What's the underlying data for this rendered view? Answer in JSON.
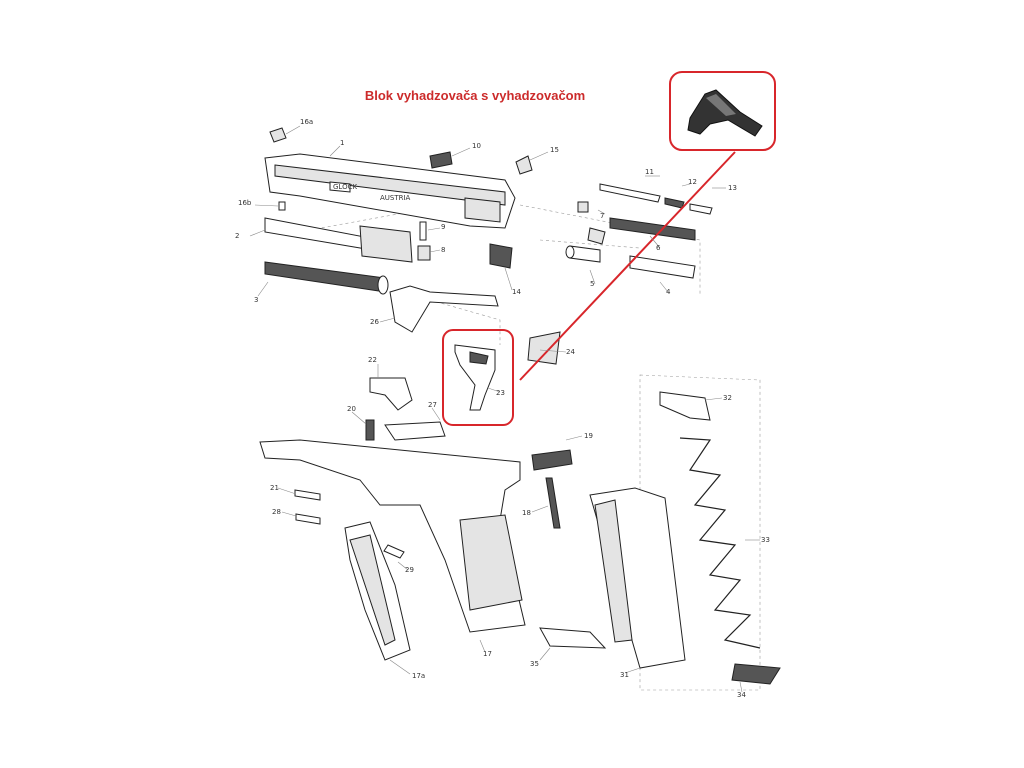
{
  "title": "Blok vyhadzovača s vyhadzovačom",
  "slide_markings": {
    "brand": "GLOCK",
    "country": "AUSTRIA"
  },
  "callout_colors": {
    "highlight": "#d8262b",
    "title": "#cc2b2b"
  },
  "parts": [
    {
      "id": "p16a",
      "label": "16a"
    },
    {
      "id": "p1",
      "label": "1"
    },
    {
      "id": "p10",
      "label": "10"
    },
    {
      "id": "p15",
      "label": "15"
    },
    {
      "id": "p16b",
      "label": "16b"
    },
    {
      "id": "p9",
      "label": "9"
    },
    {
      "id": "p2",
      "label": "2"
    },
    {
      "id": "p8",
      "label": "8"
    },
    {
      "id": "p11",
      "label": "11"
    },
    {
      "id": "p12",
      "label": "12"
    },
    {
      "id": "p13",
      "label": "13"
    },
    {
      "id": "p7",
      "label": "7"
    },
    {
      "id": "p6",
      "label": "6"
    },
    {
      "id": "p5",
      "label": "5"
    },
    {
      "id": "p4",
      "label": "4"
    },
    {
      "id": "p3",
      "label": "3"
    },
    {
      "id": "p14",
      "label": "14"
    },
    {
      "id": "p26",
      "label": "26"
    },
    {
      "id": "p22",
      "label": "22"
    },
    {
      "id": "p24",
      "label": "24"
    },
    {
      "id": "p23",
      "label": "23"
    },
    {
      "id": "p27",
      "label": "27"
    },
    {
      "id": "p20",
      "label": "20"
    },
    {
      "id": "p32",
      "label": "32"
    },
    {
      "id": "p19",
      "label": "19"
    },
    {
      "id": "p21",
      "label": "21"
    },
    {
      "id": "p28",
      "label": "28"
    },
    {
      "id": "p18",
      "label": "18"
    },
    {
      "id": "p33",
      "label": "33"
    },
    {
      "id": "p29",
      "label": "29"
    },
    {
      "id": "p17",
      "label": "17"
    },
    {
      "id": "p35",
      "label": "35"
    },
    {
      "id": "p31",
      "label": "31"
    },
    {
      "id": "p34",
      "label": "34"
    },
    {
      "id": "p17a",
      "label": "17a"
    }
  ]
}
